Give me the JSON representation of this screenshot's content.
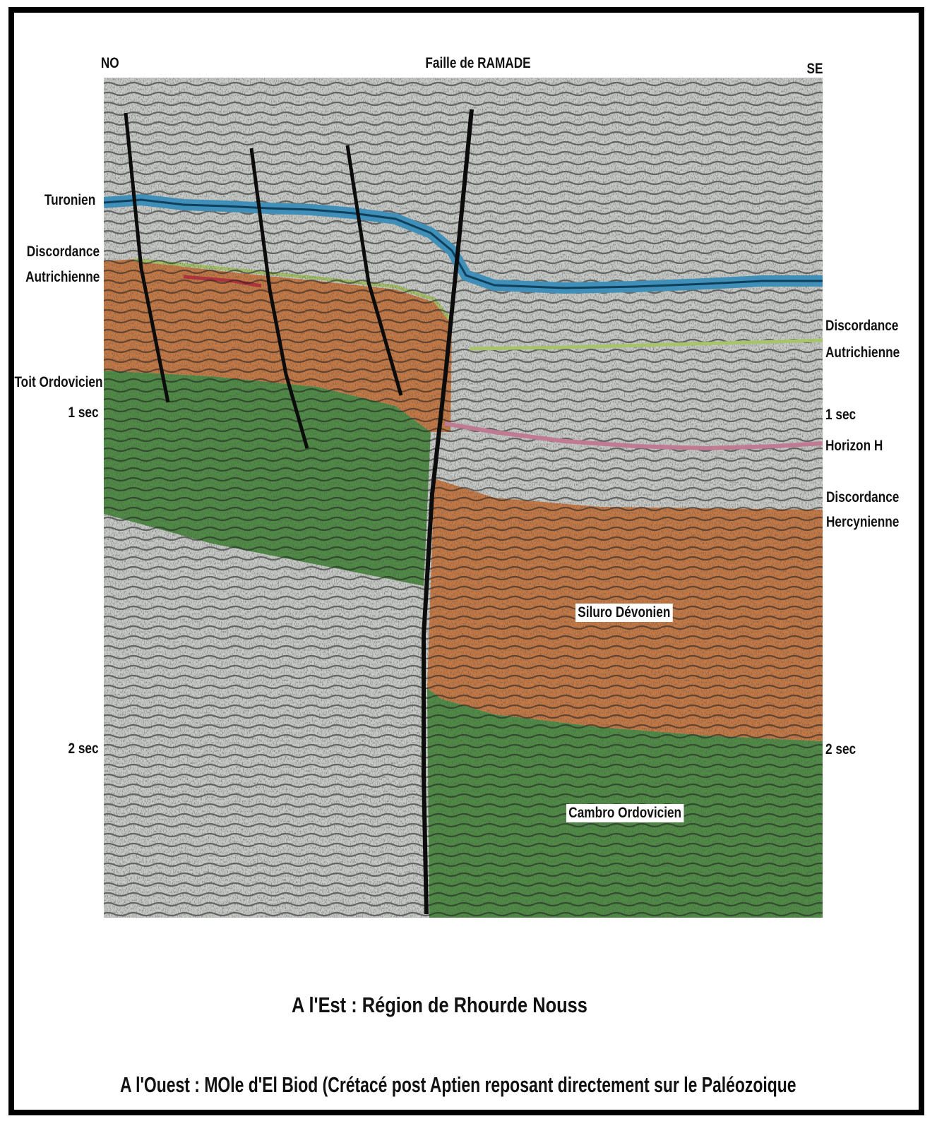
{
  "header": {
    "left_direction": "NO",
    "fault_label": "Faille de RAMADE",
    "right_direction": "SE"
  },
  "left_labels": {
    "turonien": "Turonien",
    "discordance_line1": "Discordance",
    "discordance_line2": "Autrichienne",
    "toit_ordovicien": "Toit Ordovicien",
    "one_sec": "1 sec",
    "two_sec": "2 sec"
  },
  "right_labels": {
    "discordance_autr_line1": "Discordance",
    "discordance_autr_line2": "Autrichienne",
    "one_sec": "1 sec",
    "horizon_h": "Horizon H",
    "discordance_herc_line1": "Discordance",
    "discordance_herc_line2": "Hercynienne",
    "two_sec": "2 sec"
  },
  "unit_labels": {
    "siluro_devonien": "Siluro Dévonien",
    "cambro_ordovicien": "Cambro Ordovicien"
  },
  "captions": {
    "east": "A l'Est : Région de  Rhourde Nouss",
    "west": "A l'Ouest : MOle d'El Biod (Crétacé post  Aptien reposant directement sur le Paléozoique"
  },
  "colors": {
    "background_gray": "#c9ccc8",
    "turonien_blue": "#3f8fb8",
    "discordance_autrichienne_green": "#a7c46a",
    "devonian_orange": "#c87a45",
    "ordovician_green": "#4f8d45",
    "horizon_h_pink": "#c07a93",
    "seismic_black": "#1a1a1a"
  }
}
